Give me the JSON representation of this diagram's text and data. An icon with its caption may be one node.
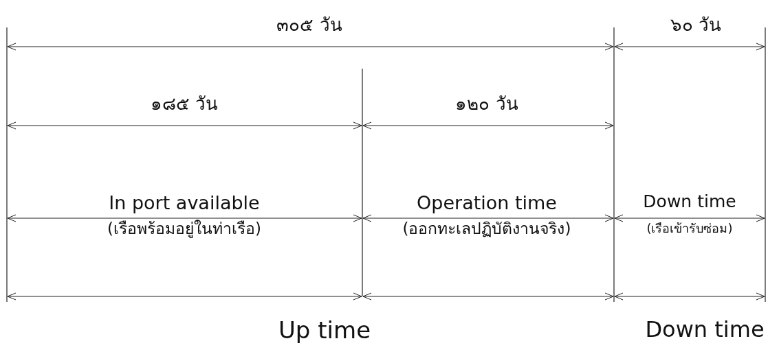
{
  "diagram": {
    "labels": [
      "๓๐๕ วัน",
      "๖๐ วัน",
      "๑๘๕ วัน",
      "๑๒๐ วัน",
      "In port available",
      "Operation time",
      "Down time",
      "(เรือพร้อมอยู่ในท่าเรือ)",
      "(ออกทะเลปฏิบัติงานจริง)",
      "(เรือเข้ารับซ่อม)",
      "Up time",
      "Down time"
    ]
  }
}
